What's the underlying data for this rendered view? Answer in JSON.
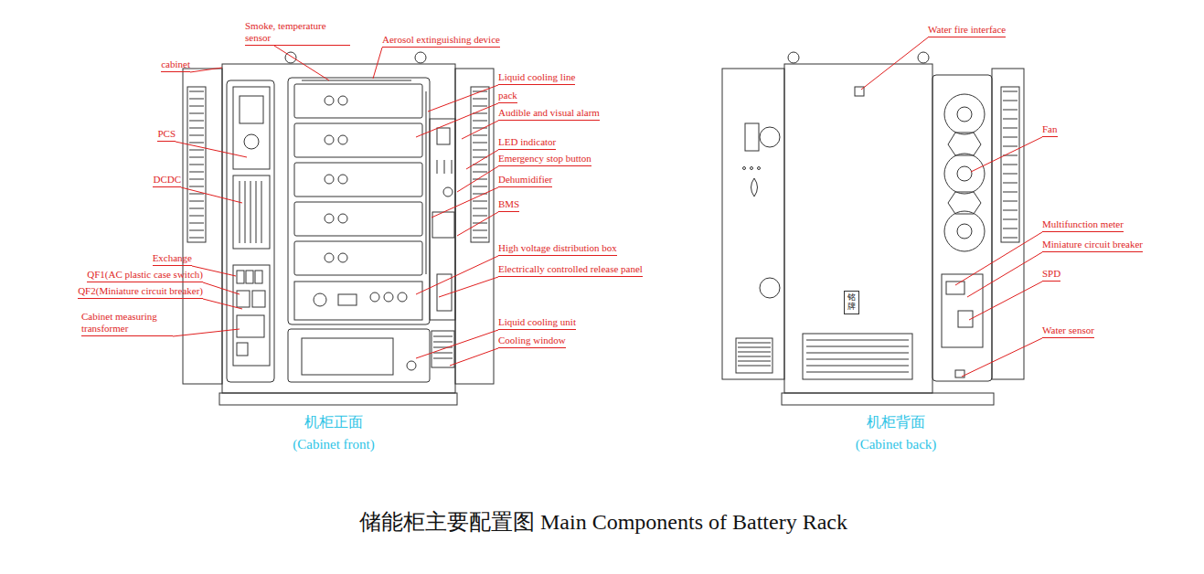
{
  "diagram": {
    "caption": "储能柜主要配置图 Main Components of Battery Rack",
    "nodes": [
      {
        "text": [
          "铭牌"
        ]
      }
    ],
    "labels": [
      "Smoke, temperature sensor",
      "Aerosol extinguishing device",
      "cabinet",
      "Liquid cooling line",
      "pack",
      "Audible and visual alarm",
      "LED indicator",
      "Emergency stop button",
      "Dehumidifier",
      "PCS",
      "DCDC",
      "BMS",
      "Exchange",
      "High voltage distribution box",
      "Electrically controlled release panel",
      "QF1(AC plastic case switch)",
      "QF2(Miniature circuit breaker)",
      "Cabinet measuring transformer",
      "Liquid cooling unit",
      "Cooling window",
      "Water fire interface",
      "Fan",
      "Multifunction meter",
      "Miniature circuit breaker",
      "SPD",
      "Water sensor",
      "机柜正面",
      "(Cabinet front)",
      "机柜背面",
      "(Cabinet back)"
    ]
  }
}
